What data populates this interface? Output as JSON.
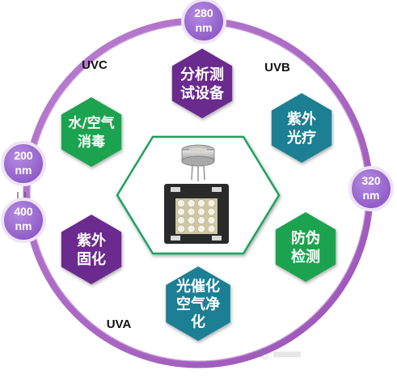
{
  "colors": {
    "ring": "#a35dbd",
    "ring_light": "#c89bd6",
    "purple_hex": "#6a2a8e",
    "green_hex": "#1aa34f",
    "teal_hex": "#1a7f94",
    "center_border": "#1fa35f",
    "badge_fill": "#9a6ad0",
    "badge_border": "#e7d7f3"
  },
  "bands": {
    "uvc": "UVC",
    "uvb": "UVB",
    "uva": "UVA"
  },
  "badges": {
    "top": {
      "line1": "280",
      "line2": "nm"
    },
    "right": {
      "line1": "320",
      "line2": "nm"
    },
    "left_upper": {
      "line1": "200",
      "line2": "nm"
    },
    "left_lower": {
      "line1": "400",
      "line2": "nm"
    }
  },
  "applications": {
    "analysis": [
      "分析测",
      "试设备"
    ],
    "water": [
      "水/空气",
      "消毒"
    ],
    "phototherapy": [
      "紫外",
      "光疗"
    ],
    "curing": [
      "紫外",
      "固化"
    ],
    "anticounterfeit": [
      "防伪",
      "检测"
    ],
    "photocatalysis": [
      "光催化",
      "空气净",
      "化"
    ]
  },
  "icons": {
    "center": "uv-led-chip-icon",
    "watermark": "wechat-watermark-icon"
  }
}
